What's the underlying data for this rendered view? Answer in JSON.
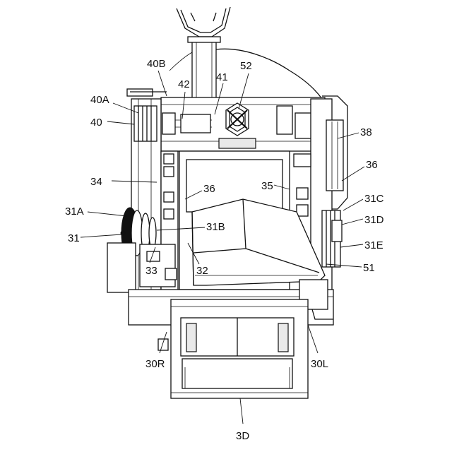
{
  "labels": {
    "l40B": "40B",
    "l52": "52",
    "l41": "41",
    "l42": "42",
    "l40A": "40A",
    "l40": "40",
    "l38": "38",
    "l36r": "36",
    "l34": "34",
    "l36": "36",
    "l35": "35",
    "l31C": "31C",
    "l31A": "31A",
    "l31D": "31D",
    "l31B": "31B",
    "l31": "31",
    "l31E": "31E",
    "l33": "33",
    "l32": "32",
    "l51": "51",
    "l30R": "30R",
    "l30L": "30L",
    "l3D": "3D"
  }
}
